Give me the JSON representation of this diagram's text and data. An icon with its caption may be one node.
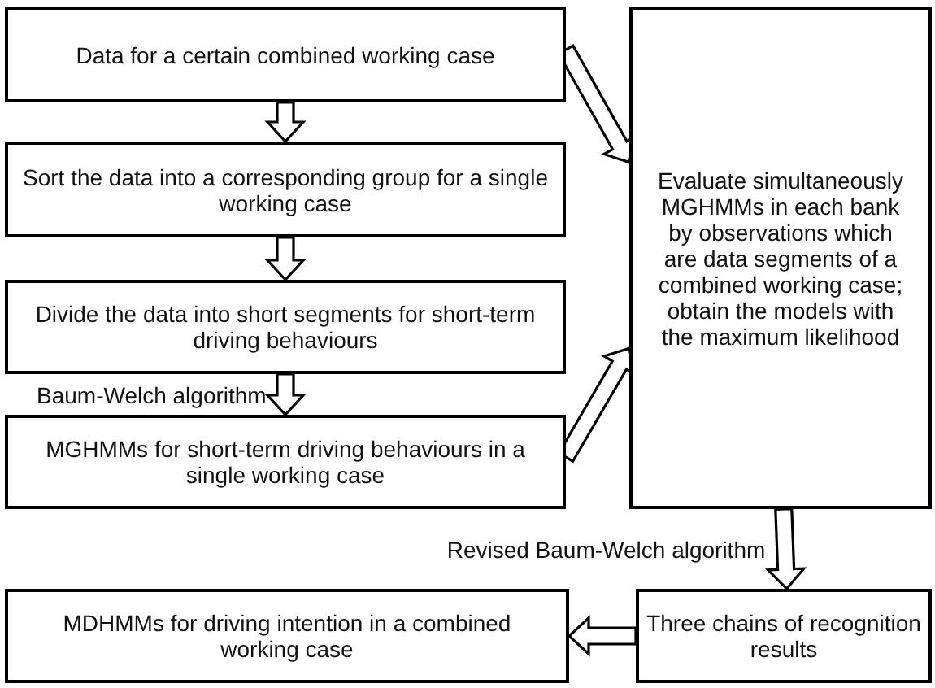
{
  "diagram": {
    "nodes": [
      {
        "text": [
          "Data for a certain combined working case"
        ]
      },
      {
        "text": [
          "Sort the data into a corresponding group for a single working case"
        ]
      },
      {
        "text": [
          "Divide the data into short segments for short-term driving behaviours"
        ]
      },
      {
        "text": [
          "MGHMMs for short-term driving behaviours in a single working case"
        ]
      },
      {
        "text": [
          "Evaluate simultaneously MGHMMs in each bank by observations which are data segments of a combined working case; obtain the models with the maximum likelihood"
        ]
      },
      {
        "text": [
          "Three chains of recognition results"
        ]
      },
      {
        "text": [
          "MDHMMs for driving intention in a combined working case"
        ]
      }
    ],
    "edges": [
      {
        "from": 0,
        "to": 1,
        "arrow": "to"
      },
      {
        "from": 1,
        "to": 2,
        "arrow": "to"
      },
      {
        "from": 2,
        "to": 3,
        "arrow": "to",
        "label": "Baum-Welch algorithm"
      },
      {
        "from": 0,
        "to": 4,
        "arrow": "to"
      },
      {
        "from": 3,
        "to": 4,
        "arrow": "to"
      },
      {
        "from": 4,
        "to": 5,
        "arrow": "to",
        "label": "Revised Baum-Welch algorithm"
      },
      {
        "from": 5,
        "to": 6,
        "arrow": "to"
      }
    ]
  }
}
